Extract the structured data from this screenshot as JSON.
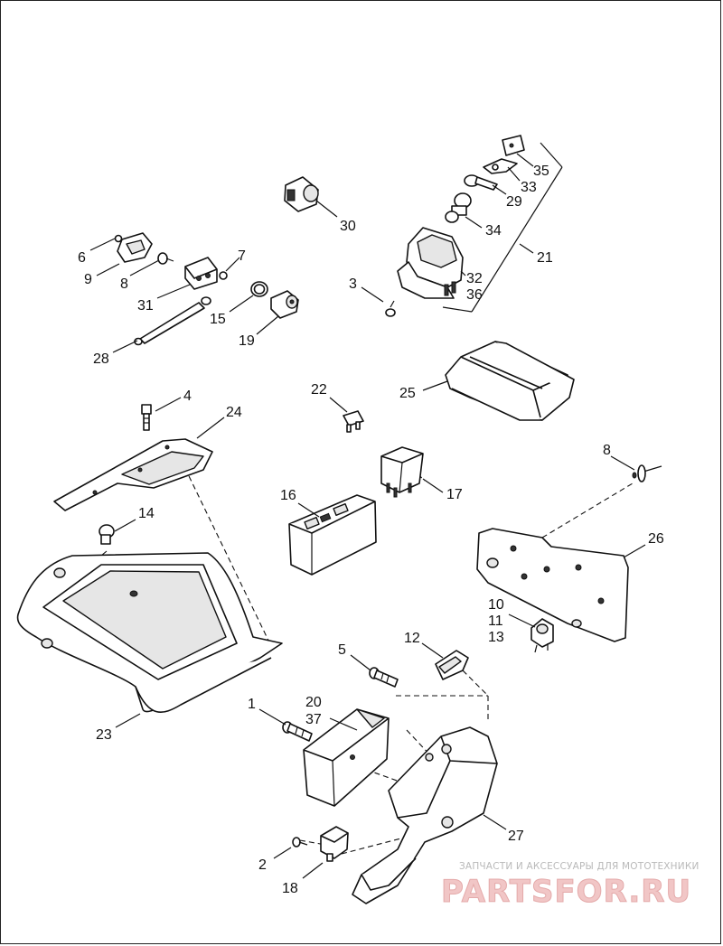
{
  "callouts": [
    {
      "id": "c30",
      "text": "30"
    },
    {
      "id": "c35",
      "text": "35"
    },
    {
      "id": "c33",
      "text": "33"
    },
    {
      "id": "c29",
      "text": "29"
    },
    {
      "id": "c34",
      "text": "34"
    },
    {
      "id": "c21",
      "text": "21"
    },
    {
      "id": "c32",
      "text": "32"
    },
    {
      "id": "c36",
      "text": "36"
    },
    {
      "id": "c3",
      "text": "3"
    },
    {
      "id": "c6",
      "text": "6"
    },
    {
      "id": "c9",
      "text": "9"
    },
    {
      "id": "c8a",
      "text": "8"
    },
    {
      "id": "c7",
      "text": "7"
    },
    {
      "id": "c31",
      "text": "31"
    },
    {
      "id": "c15",
      "text": "15"
    },
    {
      "id": "c19",
      "text": "19"
    },
    {
      "id": "c28",
      "text": "28"
    },
    {
      "id": "c4",
      "text": "4"
    },
    {
      "id": "c24",
      "text": "24"
    },
    {
      "id": "c22",
      "text": "22"
    },
    {
      "id": "c25",
      "text": "25"
    },
    {
      "id": "c8b",
      "text": "8"
    },
    {
      "id": "c17",
      "text": "17"
    },
    {
      "id": "c16",
      "text": "16"
    },
    {
      "id": "c14",
      "text": "14"
    },
    {
      "id": "c26",
      "text": "26"
    },
    {
      "id": "c10",
      "text": "10"
    },
    {
      "id": "c11",
      "text": "11"
    },
    {
      "id": "c13",
      "text": "13"
    },
    {
      "id": "c12",
      "text": "12"
    },
    {
      "id": "c5",
      "text": "5"
    },
    {
      "id": "c20",
      "text": "20"
    },
    {
      "id": "c37",
      "text": "37"
    },
    {
      "id": "c1",
      "text": "1"
    },
    {
      "id": "c23",
      "text": "23"
    },
    {
      "id": "c27",
      "text": "27"
    },
    {
      "id": "c2",
      "text": "2"
    },
    {
      "id": "c18",
      "text": "18"
    }
  ],
  "watermark": {
    "tagline": "ЗАПЧАСТИ И АКСЕССУАРЫ ДЛЯ МОТОТЕХНИКИ",
    "logo": "PARTSFOR.RU"
  },
  "colors": {
    "line": "#111111",
    "background": "#ffffff",
    "watermark": "#e4aaaa"
  }
}
